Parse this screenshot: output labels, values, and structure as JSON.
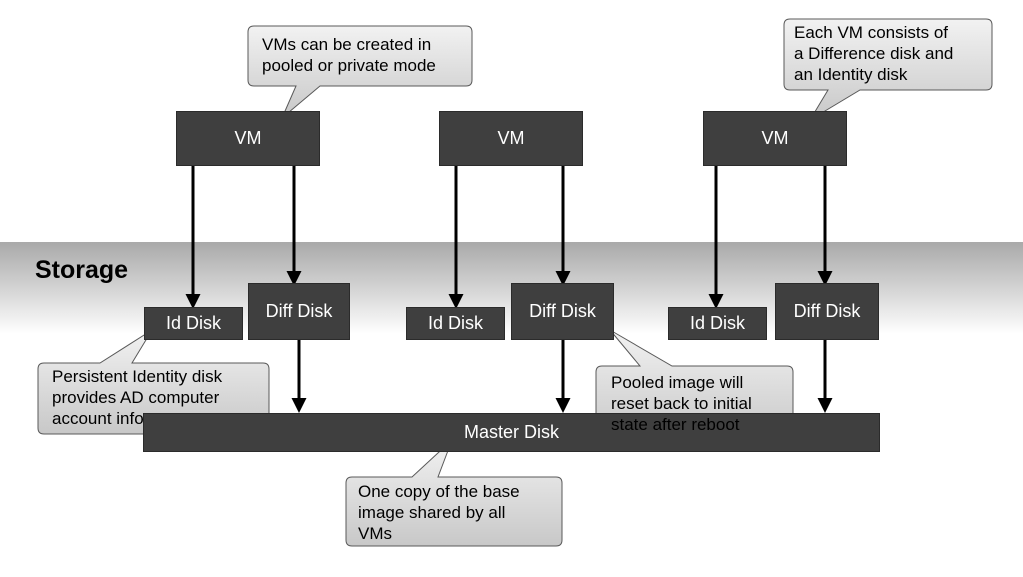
{
  "storage": {
    "label": "Storage"
  },
  "vms": [
    {
      "label": "VM"
    },
    {
      "label": "VM"
    },
    {
      "label": "VM"
    }
  ],
  "disks": {
    "id_disks": [
      "Id Disk",
      "Id Disk",
      "Id Disk"
    ],
    "diff_disks": [
      "Diff Disk",
      "Diff Disk",
      "Diff Disk"
    ],
    "master": "Master Disk"
  },
  "callouts": {
    "pooled_private": {
      "lines": [
        "VMs can be created in",
        "pooled or private mode"
      ]
    },
    "each_vm": {
      "lines": [
        "Each VM consists of",
        "a Difference disk and",
        "an Identity disk"
      ]
    },
    "identity": {
      "lines": [
        "Persistent Identity disk",
        "provides AD computer",
        "account info"
      ]
    },
    "pooled_reset": {
      "lines": [
        "Pooled image will",
        "reset back to initial",
        "state after reboot"
      ]
    },
    "one_copy": {
      "lines": [
        "One copy of the base",
        "image shared by all",
        "VMs"
      ]
    }
  },
  "colors": {
    "box_fill": "#3f3f3f",
    "callout_fill": "#d9d9d9",
    "callout_border": "#595959",
    "arrow": "#000000"
  }
}
